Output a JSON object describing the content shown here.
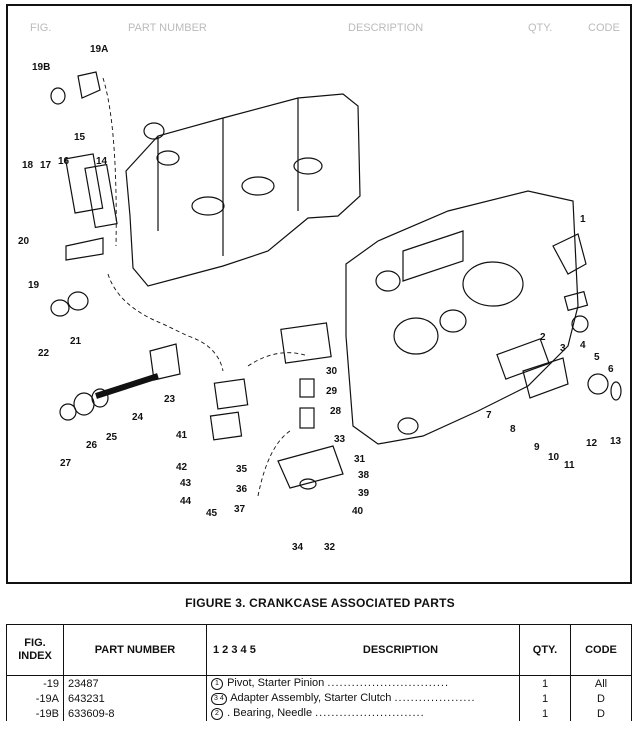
{
  "figure": {
    "ghost_header": {
      "a": "FIG.",
      "b": "PART NUMBER",
      "c": "DESCRIPTION",
      "d": "QTY.",
      "e": "CODE"
    },
    "callouts": [
      "1",
      "2",
      "3",
      "4",
      "5",
      "6",
      "7",
      "8",
      "9",
      "10",
      "11",
      "12",
      "13",
      "14",
      "15",
      "16",
      "17",
      "18",
      "19",
      "19A",
      "19B",
      "20",
      "21",
      "22",
      "23",
      "24",
      "25",
      "26",
      "27",
      "28",
      "29",
      "30",
      "31",
      "32",
      "33",
      "34",
      "35",
      "36",
      "37",
      "38",
      "39",
      "40",
      "41",
      "42",
      "43",
      "44",
      "45"
    ],
    "caption": "FIGURE 3.   CRANKCASE ASSOCIATED PARTS"
  },
  "table": {
    "headers": {
      "fig_index_line1": "FIG.",
      "fig_index_line2": "INDEX",
      "part_number": "PART NUMBER",
      "levels": "1 2 3 4 5",
      "description": "DESCRIPTION",
      "qty": "QTY.",
      "code": "CODE"
    },
    "rows": [
      {
        "index": "-19",
        "part": "23487",
        "marks": "1",
        "desc": "Pivot, Starter Pinion",
        "dots": "..............................",
        "qty": "1",
        "code": "All"
      },
      {
        "index": "-19A",
        "part": "643231",
        "marks": "3 4",
        "desc": "Adapter Assembly, Starter Clutch",
        "dots": "....................",
        "qty": "1",
        "code": "D"
      },
      {
        "index": "-19B",
        "part": "633609-8",
        "marks": "2",
        "desc": ". Bearing, Needle",
        "dots": "...........................",
        "qty": "1",
        "code": "D"
      }
    ]
  }
}
